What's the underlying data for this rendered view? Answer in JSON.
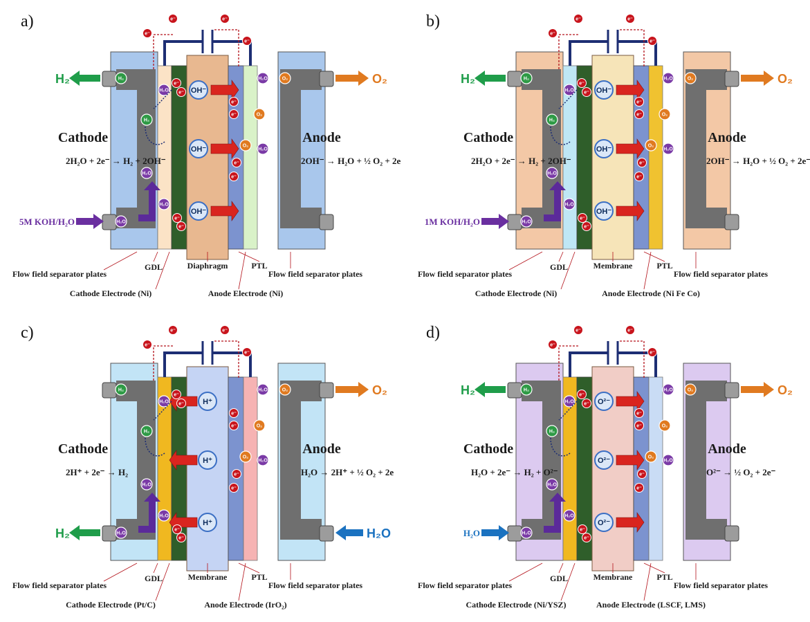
{
  "panels": [
    {
      "label": "a)",
      "cathode_title": "Cathode",
      "anode_title": "Anode",
      "cathode_eq": "2H₂O + 2e⁻ → H₂ + 2OH⁻",
      "anode_eq": "2OH⁻ → H₂O + ½ O₂ + 2e",
      "feed": "5M KOH/H₂O",
      "feed_side": "left",
      "out_left": "H₂",
      "out_right": "O₂",
      "ion": "OH⁻",
      "captions": [
        "Flow field separator plates",
        "GDL",
        "Diaphragm",
        "PTL",
        "Flow field separator plates",
        "Cathode Electrode (Ni)",
        "Anode Electrode (Ni)"
      ],
      "colors": {
        "plate": "#a9c7ec",
        "center": "#e8b890",
        "left_layer": "#fbe3c6",
        "right_layer": "#d9f2c8",
        "ion_arrow_dir": "right"
      }
    },
    {
      "label": "b)",
      "cathode_title": "Cathode",
      "anode_title": "Anode",
      "cathode_eq": "2H₂O + 2e⁻ → H₂ + 2OH⁻",
      "anode_eq": "2OH⁻ → H₂O + ½ O₂ + 2e⁻",
      "feed": "1M KOH/H₂O",
      "feed_side": "left",
      "out_left": "H₂",
      "out_right": "O₂",
      "ion": "OH⁻",
      "captions": [
        "Flow field separator plates",
        "GDL",
        "Membrane",
        "PTL",
        "Flow field separator plates",
        "Cathode Electrode (Ni)",
        "Anode Electrode (Ni Fe Co)"
      ],
      "colors": {
        "plate": "#f3c8a6",
        "center": "#f6e4b8",
        "left_layer": "#bfe7f5",
        "right_layer": "#f0c230",
        "ion_arrow_dir": "right"
      }
    },
    {
      "label": "c)",
      "cathode_title": "Cathode",
      "anode_title": "Anode",
      "cathode_eq": "2H⁺ + 2e⁻ →   H₂",
      "anode_eq": "H₂O → 2H⁺ + ½ O₂ + 2e",
      "feed": "H₂O",
      "feed_side": "right",
      "out_left": "H₂",
      "out_right": "O₂",
      "ion": "H⁺",
      "captions": [
        "Flow field separator plates",
        "GDL",
        "Membrane",
        "PTL",
        "Flow field separator plates",
        "Cathode Electrode (Pt/C)",
        "Anode Electrode (IrO₂)"
      ],
      "colors": {
        "plate": "#c2e4f6",
        "center": "#c5d4f4",
        "left_layer": "#f0b820",
        "right_layer": "#f6b3b3",
        "ion_arrow_dir": "left"
      }
    },
    {
      "label": "d)",
      "cathode_title": "Cathode",
      "anode_title": "Anode",
      "cathode_eq": "H₂O + 2e⁻ → H₂ + O²⁻",
      "anode_eq": "O²⁻ → ½ O₂ + 2e⁻",
      "feed": "H₂O",
      "feed_side": "left",
      "out_left": "H₂",
      "out_right": "O₂",
      "ion": "O²⁻",
      "captions": [
        "Flow field separator plates",
        "GDL",
        "Membrane",
        "PTL",
        "Flow field separator plates",
        "Cathode Electrode (Ni/YSZ)",
        "Anode Electrode (LSCF, LMS)"
      ],
      "colors": {
        "plate": "#dccaf0",
        "center": "#f1cdc6",
        "left_layer": "#f0b820",
        "right_layer": "#c9dcf5",
        "ion_arrow_dir": "right"
      }
    }
  ],
  "molecules": {
    "h2": "H₂",
    "o2": "O₂",
    "h2o": "H₂O",
    "electron": "e⁻"
  }
}
